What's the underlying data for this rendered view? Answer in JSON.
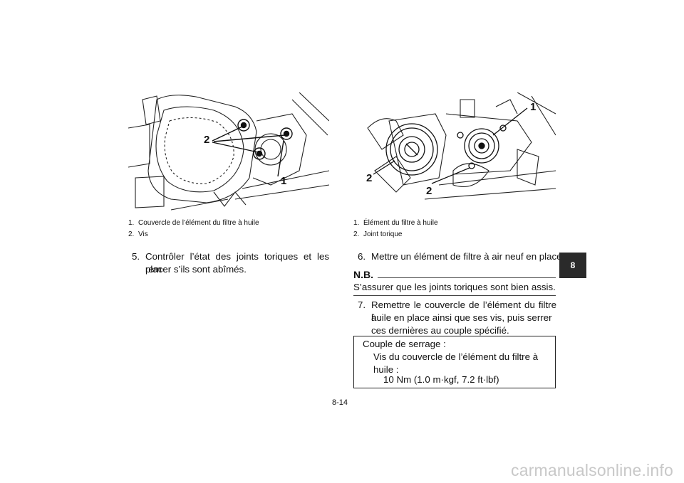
{
  "figure_left": {
    "callouts": [
      "1",
      "2"
    ],
    "captions": [
      {
        "num": "1.",
        "text": "Couvercle de l’élément du filtre à huile"
      },
      {
        "num": "2.",
        "text": "Vis"
      }
    ]
  },
  "figure_right": {
    "callouts": [
      "1",
      "2",
      "2"
    ],
    "captions": [
      {
        "num": "1.",
        "text": "Élément du filtre à huile"
      },
      {
        "num": "2.",
        "text": "Joint torique"
      }
    ]
  },
  "steps": {
    "s5": {
      "num": "5.",
      "line1": "Contrôler l’état des joints toriques et les rem-",
      "line2": "placer s’ils sont abîmés."
    },
    "s6": {
      "num": "6.",
      "text": "Mettre un élément de filtre à air neuf en place."
    },
    "s7": {
      "num": "7.",
      "line1": "Remettre le couvercle de l’élément du filtre à",
      "line2": "huile en place ainsi que ses vis, puis serrer",
      "line3": "ces dernières au couple spécifié."
    }
  },
  "note": {
    "heading": "N.B.",
    "text": "S’assurer que les joints toriques sont bien assis."
  },
  "spec": {
    "title": "Couple de serrage :",
    "item_line1": "Vis du couvercle de l’élément du filtre à",
    "item_line2": "huile :",
    "value": "10 Nm (1.0 m·kgf, 7.2 ft·lbf)"
  },
  "chapter_tab": "8",
  "page_number": "8-14",
  "watermark": "carmanualsonline.info"
}
